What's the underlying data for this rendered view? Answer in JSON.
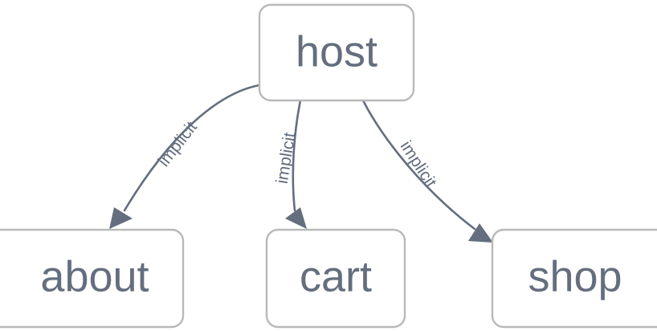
{
  "diagram": {
    "type": "directed-graph",
    "background_color": "#ffffff",
    "node_fill_color": "#ffffff",
    "node_border_color": "#b9b9b9",
    "text_color": "#646e7e",
    "edge_color": "#646e7e",
    "nodes": [
      {
        "id": "host",
        "label": "host"
      },
      {
        "id": "about",
        "label": "about"
      },
      {
        "id": "cart",
        "label": "cart"
      },
      {
        "id": "shop",
        "label": "shop"
      }
    ],
    "edges": [
      {
        "id": "host-about",
        "from": "host",
        "to": "about",
        "label": "implicit"
      },
      {
        "id": "host-cart",
        "from": "host",
        "to": "cart",
        "label": "implicit"
      },
      {
        "id": "host-shop",
        "from": "host",
        "to": "shop",
        "label": "implicit"
      }
    ]
  }
}
